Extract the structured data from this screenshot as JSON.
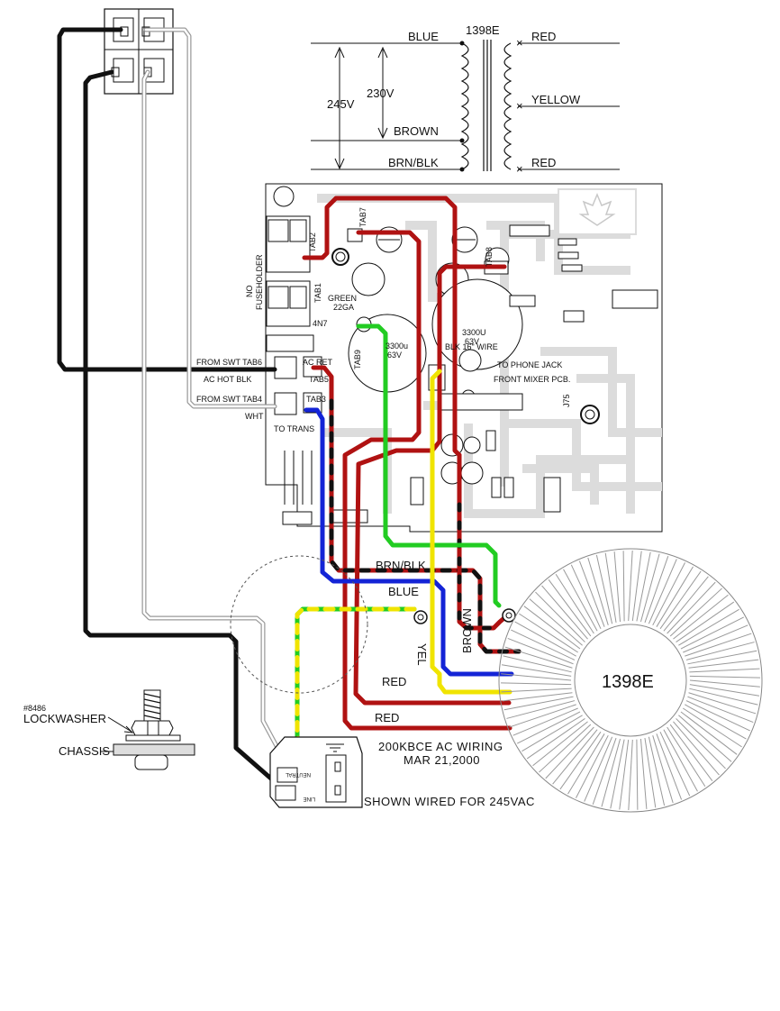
{
  "transformer": {
    "part": "1398E",
    "lead_blue": "BLUE",
    "lead_brown": "BROWN",
    "lead_brn_blk": "BRN/BLK",
    "lead_red_top": "RED",
    "lead_yellow": "YELLOW",
    "lead_red_bottom": "RED",
    "volt_245": "245V",
    "volt_230": "230V"
  },
  "pcb": {
    "no_fuseholder_1": "NO",
    "no_fuseholder_2": "FUSEHOLDER",
    "from_swt_tab6": "FROM SWT TAB6",
    "ac_hot_blk": "AC HOT  BLK",
    "from_swt_tab4": "FROM SWT TAB4",
    "wht": "WHT",
    "to_trans": "TO TRANS",
    "ac_ret": "AC RET",
    "tab5": "TAB5",
    "tab3": "TAB3",
    "tab1": "TAB1",
    "tab2": "TAB2",
    "tab7": "TAB7",
    "tab8": "TAB8",
    "tab9": "TAB9",
    "green_1": "GREEN",
    "green_2": "22GA",
    "part_4n7": "4N7",
    "cap_left_1": "3300u",
    "cap_left_2": "63V",
    "cap_right_1": "3300U",
    "cap_right_2": "63V",
    "blk_wire": "BLK 16\" WIRE",
    "to_phone_jack": "TO PHONE JACK",
    "front_mixer": "FRONT MIXER PCB.",
    "j75": "J75"
  },
  "wires": {
    "brn_blk": "BRN/BLK",
    "blue": "BLUE",
    "brown": "BROWN",
    "yel": "YEL",
    "red_1": "RED",
    "red_2": "RED"
  },
  "toroid": {
    "label": "1398E"
  },
  "hardware": {
    "part_no": "#8486",
    "lockwasher": "LOCKWASHER",
    "chassis": "CHASSIS",
    "neutral": "NEUTRAL",
    "line": "LINE"
  },
  "notes": {
    "title_1": "200KBCE AC WIRING",
    "title_2": "MAR 21,2000",
    "wired_for": "SHOWN WIRED FOR 245VAC"
  },
  "colors": {
    "wire_black": "#111111",
    "wire_red": "#b01212",
    "wire_blue": "#1424d6",
    "wire_green": "#22cc22",
    "wire_yellow": "#f0e400",
    "wire_gray": "#9a9a9a",
    "pcb_trace": "#dcdcdc"
  }
}
